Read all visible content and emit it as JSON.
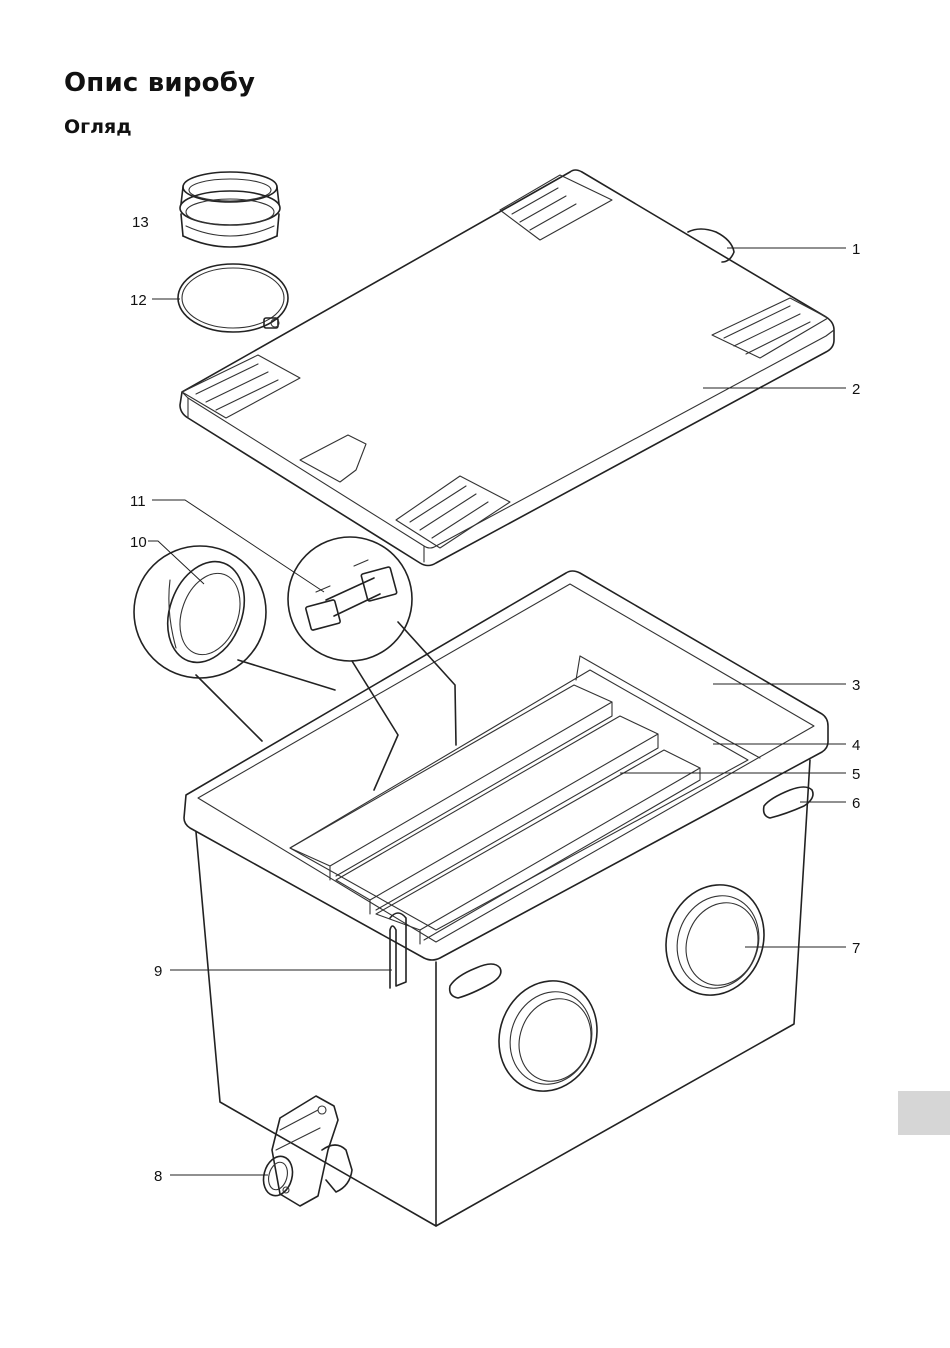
{
  "heading": "Опис виробу",
  "subheading": "Огляд",
  "callouts": {
    "c1": "1",
    "c2": "2",
    "c3": "3",
    "c4": "4",
    "c5": "5",
    "c6": "6",
    "c7": "7",
    "c8": "8",
    "c9": "9",
    "c10": "10",
    "c11": "11",
    "c12": "12",
    "c13": "13"
  },
  "tab_color": "#d6d6d6"
}
